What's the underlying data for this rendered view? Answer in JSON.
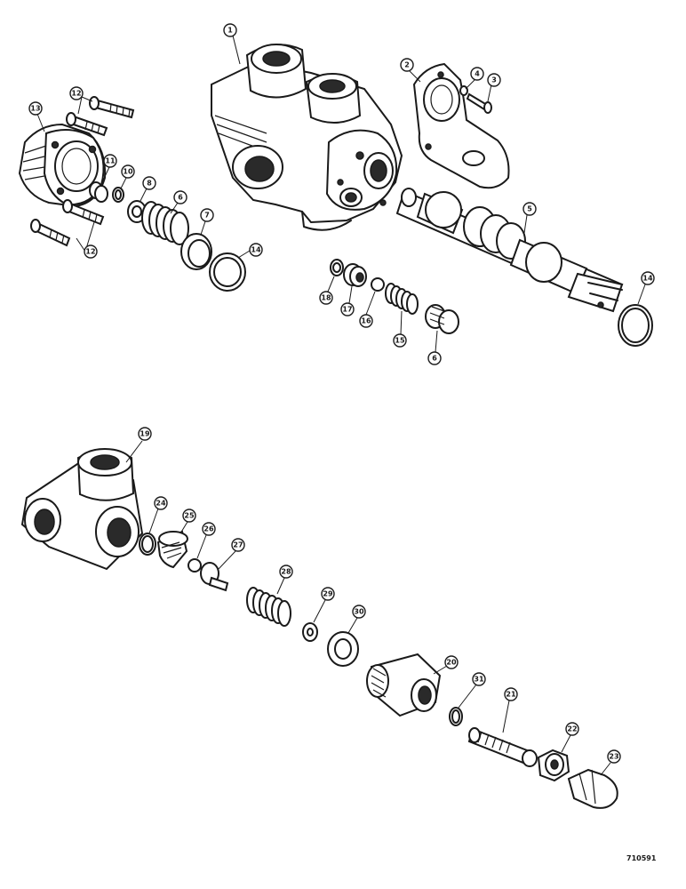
{
  "figure_code": "710591",
  "callouts": [
    {
      "id": "1",
      "label": "1"
    },
    {
      "id": "2",
      "label": "2"
    },
    {
      "id": "3",
      "label": "3"
    },
    {
      "id": "4",
      "label": "4"
    },
    {
      "id": "5",
      "label": "5"
    },
    {
      "id": "6a",
      "label": "6"
    },
    {
      "id": "6b",
      "label": "6"
    },
    {
      "id": "7",
      "label": "7"
    },
    {
      "id": "8",
      "label": "8"
    },
    {
      "id": "10",
      "label": "10"
    },
    {
      "id": "11",
      "label": "11"
    },
    {
      "id": "12a",
      "label": "12"
    },
    {
      "id": "12b",
      "label": "12"
    },
    {
      "id": "13",
      "label": "13"
    },
    {
      "id": "14a",
      "label": "14"
    },
    {
      "id": "14b",
      "label": "14"
    },
    {
      "id": "15",
      "label": "15"
    },
    {
      "id": "16",
      "label": "16"
    },
    {
      "id": "17",
      "label": "17"
    },
    {
      "id": "18",
      "label": "18"
    },
    {
      "id": "19",
      "label": "19"
    },
    {
      "id": "20",
      "label": "20"
    },
    {
      "id": "21",
      "label": "21"
    },
    {
      "id": "22",
      "label": "22"
    },
    {
      "id": "23",
      "label": "23"
    },
    {
      "id": "24",
      "label": "24"
    },
    {
      "id": "25",
      "label": "25"
    },
    {
      "id": "26",
      "label": "26"
    },
    {
      "id": "27",
      "label": "27"
    },
    {
      "id": "28",
      "label": "28"
    },
    {
      "id": "29",
      "label": "29"
    },
    {
      "id": "30",
      "label": "30"
    },
    {
      "id": "31",
      "label": "31"
    }
  ]
}
